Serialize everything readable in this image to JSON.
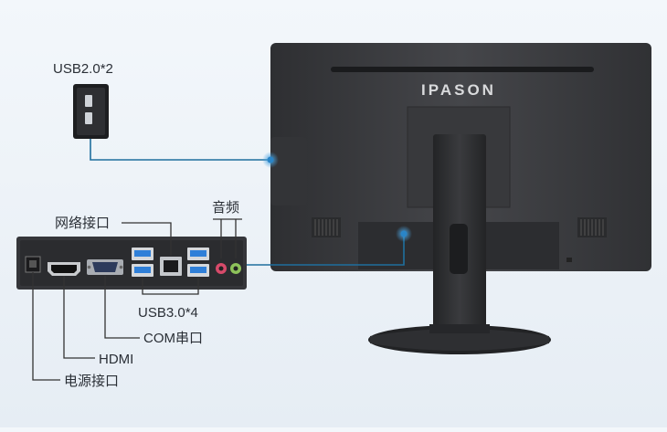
{
  "brand": "IPASON",
  "labels": {
    "usb2": "USB2.0*2",
    "audio": "音频",
    "network": "网络接口",
    "usb3": "USB3.0*4",
    "com": "COM串口",
    "hdmi": "HDMI",
    "power": "电源接口"
  },
  "colors": {
    "background": "#eef3f8",
    "monitor_body": "#3a3b3e",
    "callout_line": "#1f6f9e",
    "usb3_port": "#2f7fd8"
  }
}
